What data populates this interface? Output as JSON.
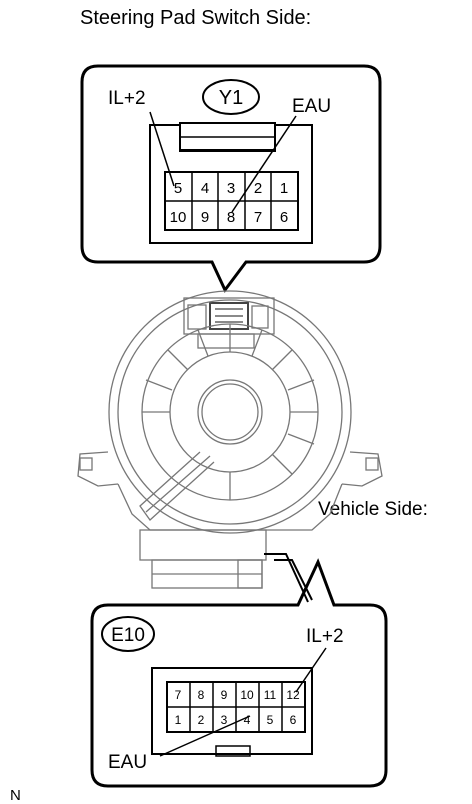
{
  "titles": {
    "steering_side": "Steering Pad Switch Side:",
    "vehicle_side": "Vehicle Side:",
    "footer_code": "N"
  },
  "connector_top": {
    "id": "Y1",
    "label_ilplus": "IL+2",
    "label_eau": "EAU",
    "row1": [
      "5",
      "4",
      "3",
      "2",
      "1"
    ],
    "row2": [
      "10",
      "9",
      "8",
      "7",
      "6"
    ]
  },
  "connector_bottom": {
    "id": "E10",
    "label_ilplus": "IL+2",
    "label_eau": "EAU",
    "row1": [
      "7",
      "8",
      "9",
      "10",
      "11",
      "12"
    ],
    "row2": [
      "1",
      "2",
      "3",
      "4",
      "5",
      "6"
    ]
  }
}
